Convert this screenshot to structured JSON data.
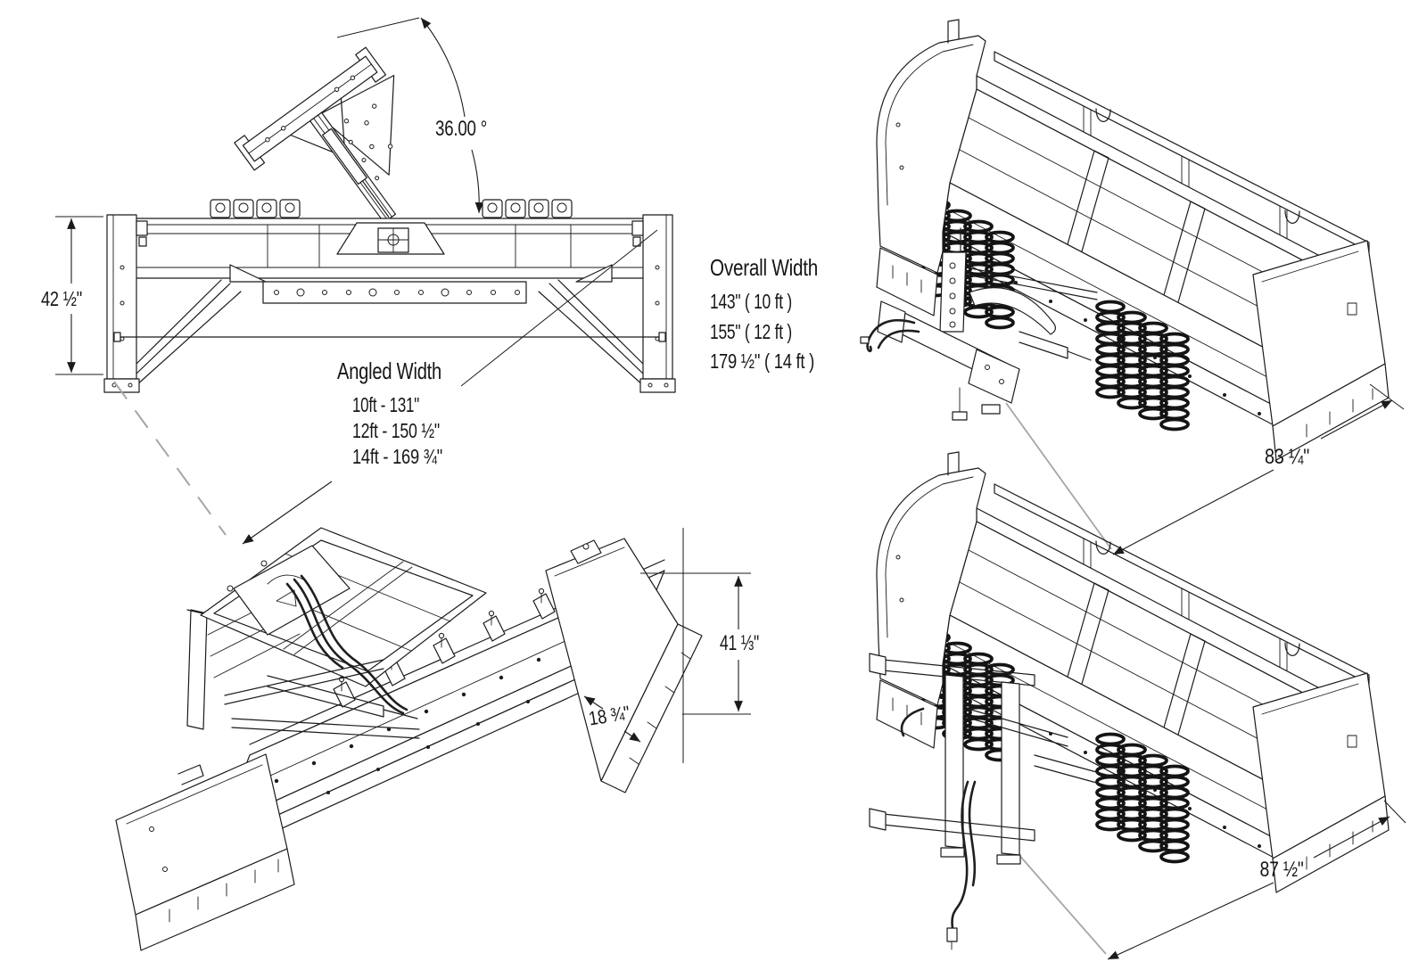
{
  "page": {
    "background": "#ffffff"
  },
  "drawing": {
    "ink_color": "#1b1b1b",
    "projection_line_color": "#a6a6a6"
  },
  "dimensions": {
    "blade_angle": "36.00 °",
    "side_height": "42 ½\"",
    "overall_depth_top_view": "83 ¼\"",
    "rear_height": "41 ⅓\"",
    "cutting_edge_depth": "18 ¾\"",
    "overall_depth_bottom_view": "87 ½\""
  },
  "labels": {
    "overall_width": {
      "title": "Overall Width",
      "values": [
        "143\" ( 10 ft )",
        "155\" ( 12 ft )",
        "179 ½\" ( 14 ft )"
      ]
    },
    "angled_width": {
      "title": "Angled Width",
      "values": [
        "10ft - 131\"",
        "12ft - 150 ½\"",
        "14ft - 169 ¾\""
      ]
    }
  }
}
